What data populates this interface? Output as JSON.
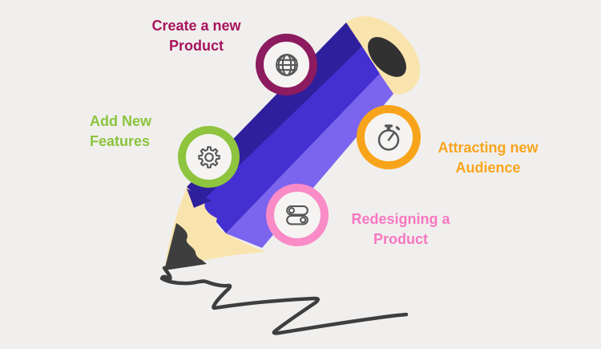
{
  "background_color": "#F0EFEE",
  "items": [
    {
      "id": "create-product",
      "label": [
        "Create a new",
        "Product"
      ],
      "text_color": "#A8135B",
      "ring_color": "#8D1B60",
      "icon": "globe-icon"
    },
    {
      "id": "add-features",
      "label": [
        "Add New",
        "Features"
      ],
      "text_color": "#8CC43D",
      "ring_color": "#8FC43E",
      "icon": "gear-icon"
    },
    {
      "id": "attracting-audience",
      "label": [
        "Attracting new",
        "Audience"
      ],
      "text_color": "#F9A41C",
      "ring_color": "#F8A41B",
      "icon": "stopwatch-icon"
    },
    {
      "id": "redesigning-product",
      "label": [
        "Redesigning a",
        "Product"
      ],
      "text_color": "#F877C0",
      "ring_color": "#F98BC7",
      "icon": "toggles-icon"
    }
  ],
  "circle_fill": "#F5F4F2",
  "icon_color": "#575757",
  "pencil": {
    "body_dark": "#2E1F9C",
    "body_main": "#4430D1",
    "body_light": "#7B64EE",
    "wood": "#FAE4AE",
    "graphite_tip": "#3E3E3E",
    "core_end": "#313131",
    "scribble": "#3E3E3E"
  }
}
